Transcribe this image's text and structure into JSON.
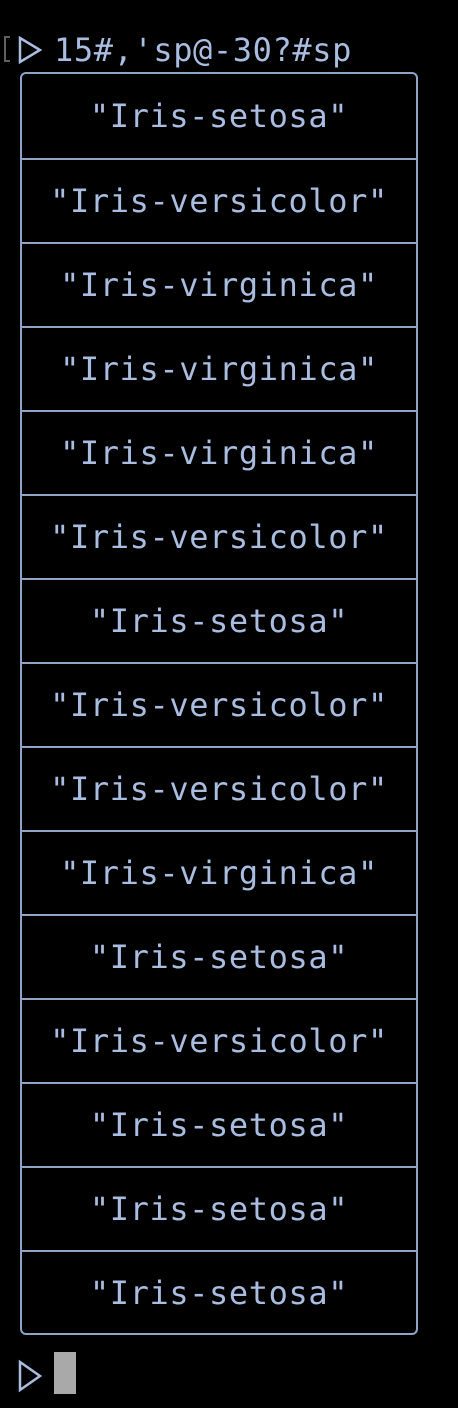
{
  "prompt": {
    "icon": "triangle-prompt-icon",
    "command": "15#,'sp@-30?#sp"
  },
  "output": {
    "rows": [
      "\"Iris-setosa\"",
      "\"Iris-versicolor\"",
      "\"Iris-virginica\"",
      "\"Iris-virginica\"",
      "\"Iris-virginica\"",
      "\"Iris-versicolor\"",
      "\"Iris-setosa\"",
      "\"Iris-versicolor\"",
      "\"Iris-versicolor\"",
      "\"Iris-virginica\"",
      "\"Iris-setosa\"",
      "\"Iris-versicolor\"",
      "\"Iris-setosa\"",
      "\"Iris-setosa\"",
      "\"Iris-setosa\""
    ]
  },
  "bottom_prompt": {
    "icon": "triangle-prompt-icon",
    "cursor": "block-cursor"
  },
  "colors": {
    "background": "#000000",
    "text": "#a9bde0",
    "border": "#8ea3c6",
    "cursor": "#a9a9a9"
  }
}
